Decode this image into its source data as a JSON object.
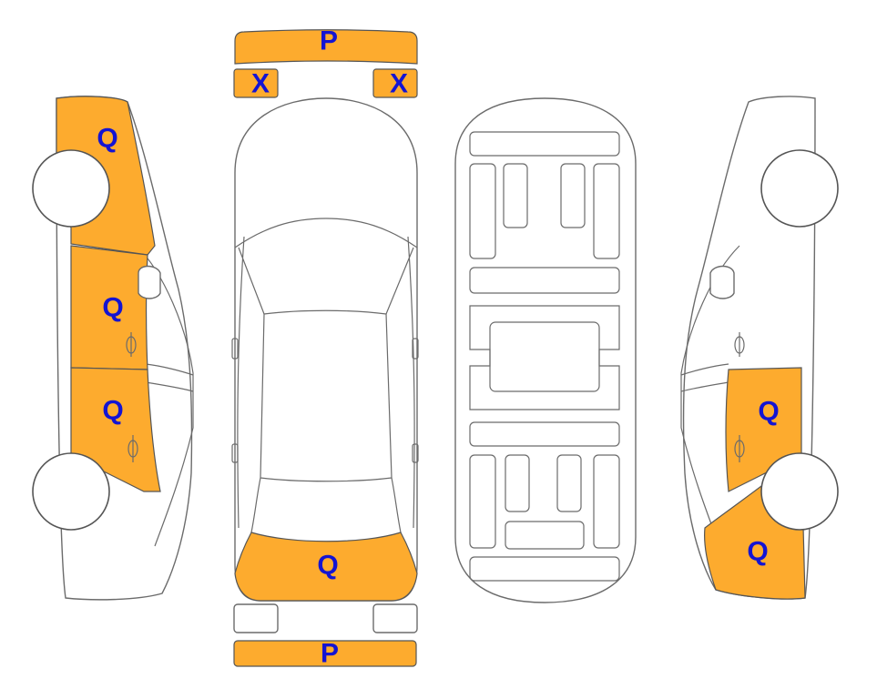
{
  "colors": {
    "damage_fill": "#fdab2e",
    "label_color": "#1414d2",
    "outline": "#6b6b6b"
  },
  "views": [
    "left-side",
    "top",
    "underbody",
    "right-side"
  ],
  "labels": {
    "front_bumper": "P",
    "left_headlight": "X",
    "right_headlight": "X",
    "left_front_fender": "Q",
    "left_front_door": "Q",
    "left_rear_door": "Q",
    "rear_trunk_lid": "Q",
    "rear_bumper": "P",
    "right_rear_door": "Q",
    "right_rear_quarter": "Q"
  }
}
